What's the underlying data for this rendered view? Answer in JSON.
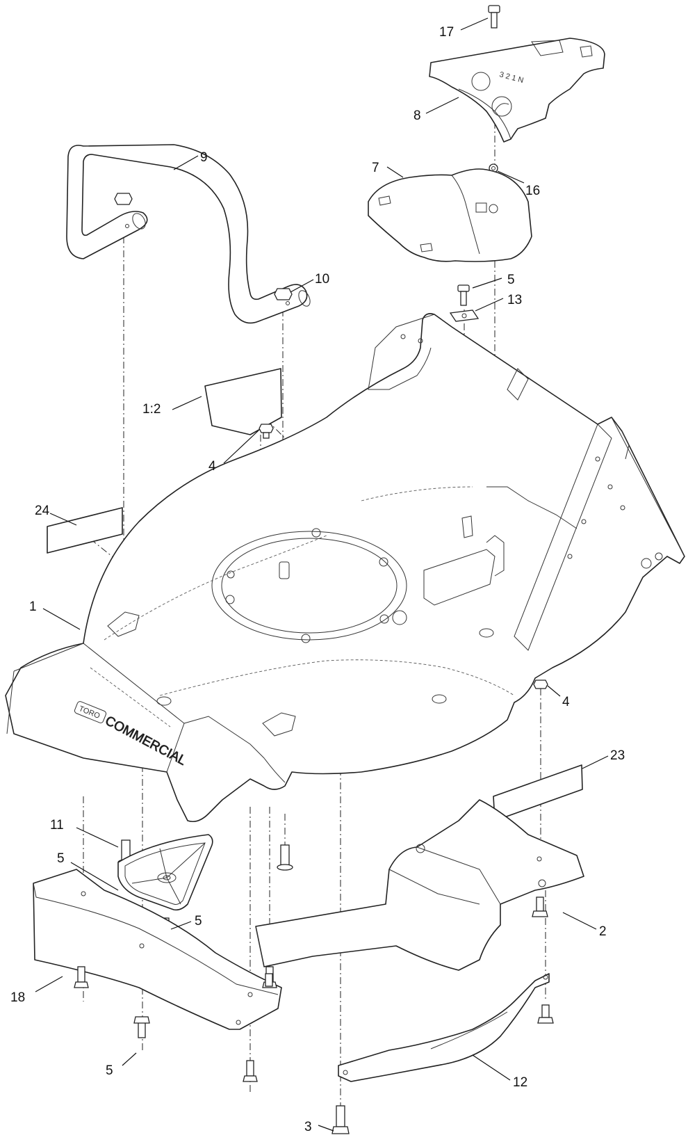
{
  "callouts": {
    "c17": "17",
    "c8": "8",
    "c9": "9",
    "c7": "7",
    "c16": "16",
    "c10": "10",
    "c5a": "5",
    "c13": "13",
    "c12ratio": "1:2",
    "c4a": "4",
    "c24": "24",
    "c1": "1",
    "c4b": "4",
    "c23": "23",
    "c11": "11",
    "c5b": "5",
    "c2": "2",
    "c5c": "5",
    "c18": "18",
    "c5d": "5",
    "c12": "12",
    "c3": "3"
  },
  "markings": {
    "brand": "TORO",
    "deck_text": "COMMERCIAL",
    "speed_positions": "3  2  1  N"
  }
}
